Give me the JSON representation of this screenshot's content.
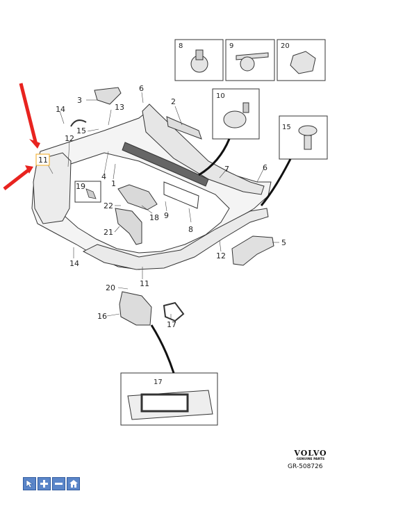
{
  "callouts": {
    "c1": "1",
    "c2": "2",
    "c3": "3",
    "c4": "4",
    "c5": "5",
    "c6a": "6",
    "c6b": "6",
    "c7": "7",
    "c8a": "8",
    "c8b": "8",
    "c9": "9",
    "c11a": "11",
    "c11b": "11",
    "c12a": "12",
    "c12b": "12",
    "c13": "13",
    "c14a": "14",
    "c14b": "14",
    "c15": "15",
    "c16": "16",
    "c17": "17",
    "c18": "18",
    "c19": "19",
    "c20": "20",
    "c21": "21",
    "c22": "22"
  },
  "boxes": {
    "b8": "8",
    "b9": "9",
    "b20": "20",
    "b10": "10",
    "b15": "15",
    "b17": "17"
  },
  "brand": {
    "logo": "VOLVO",
    "subtitle": "GENUINE PARTS"
  },
  "reference_code": "GR-508726",
  "colors": {
    "arrow": "#e8231f",
    "highlight": "#f2b640",
    "line": "#333333",
    "toolbar": "#5b86c9"
  },
  "toolbar": {
    "buttons": [
      "pointer-icon",
      "zoom-in-icon",
      "zoom-out-icon",
      "home-icon"
    ]
  }
}
